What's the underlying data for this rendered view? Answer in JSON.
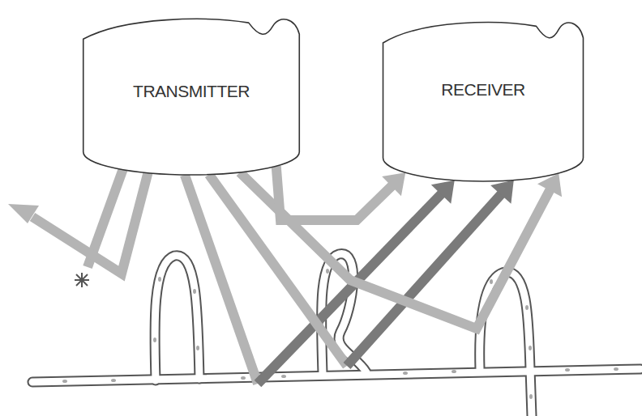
{
  "diagram": {
    "nodes": [
      {
        "text": [
          "TRANSMITTER"
        ]
      },
      {
        "text": [
          "RECEIVER"
        ]
      }
    ],
    "edges": [
      {
        "from": 0,
        "to": 1,
        "arrow": "to"
      },
      {
        "from": 0,
        "to": 1,
        "arrow": "to"
      },
      {
        "from": 0,
        "to": 1,
        "arrow": "to"
      },
      {
        "from": 0,
        "to": 1,
        "arrow": "to"
      }
    ]
  }
}
